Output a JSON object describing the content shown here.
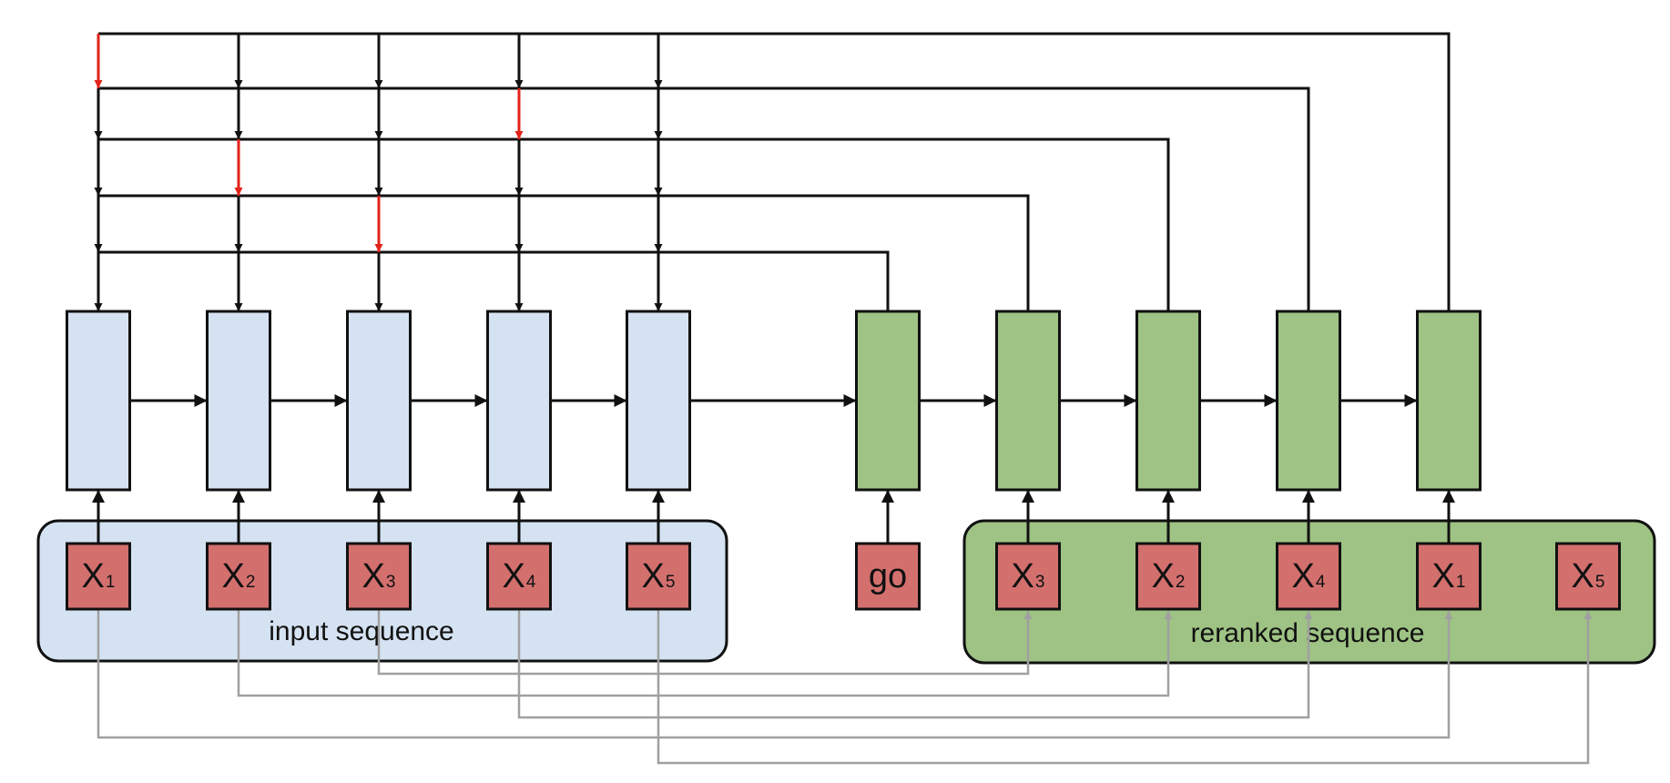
{
  "colors": {
    "encoder_fill": "#d5e2f2",
    "decoder_fill": "#9ec384",
    "token_fill": "#d3706e",
    "arrow": "#111111",
    "pointer_arrow": "#e2231a",
    "mapping_line": "#a0a0a0"
  },
  "input_panel": {
    "label": "input sequence"
  },
  "output_panel": {
    "label": "reranked sequence"
  },
  "input_tokens": [
    {
      "base": "X",
      "sub": "1"
    },
    {
      "base": "X",
      "sub": "2"
    },
    {
      "base": "X",
      "sub": "3"
    },
    {
      "base": "X",
      "sub": "4"
    },
    {
      "base": "X",
      "sub": "5"
    }
  ],
  "go_token": {
    "base": "go",
    "sub": ""
  },
  "output_tokens": [
    {
      "base": "X",
      "sub": "3"
    },
    {
      "base": "X",
      "sub": "2"
    },
    {
      "base": "X",
      "sub": "4"
    },
    {
      "base": "X",
      "sub": "1"
    },
    {
      "base": "X",
      "sub": "5"
    }
  ],
  "pointer_selection": [
    3,
    2,
    4,
    1,
    5
  ]
}
